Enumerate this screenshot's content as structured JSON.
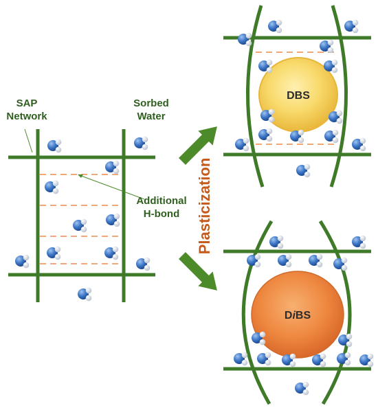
{
  "labels": {
    "sap_network": [
      "SAP",
      "Network"
    ],
    "sorbed_water": [
      "Sorbed",
      "Water"
    ],
    "additional_hbond": [
      "Additional",
      "H-bond"
    ],
    "plasticization": "Plasticization"
  },
  "top_structure": {
    "center_label": "DBS",
    "center_color": "#f3c64a"
  },
  "bottom_structure": {
    "center_label_prefix": "D",
    "center_label_italic": "i",
    "center_label_suffix": "BS",
    "center_color": "#ea7c2f"
  },
  "colors": {
    "network": "#3f7a28",
    "hbond": "#f0a878",
    "arrow": "#4c8a2a",
    "water_core": "#2e68b6",
    "water_h": "#dfe6ef"
  }
}
